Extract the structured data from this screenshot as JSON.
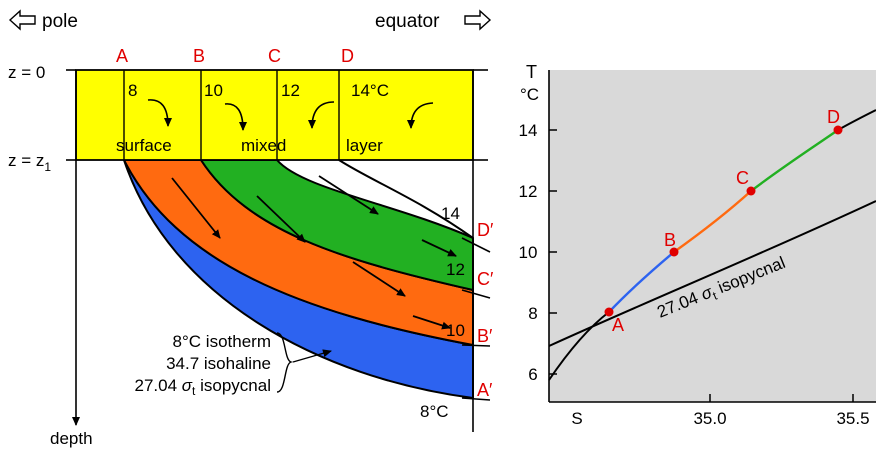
{
  "header": {
    "pole": "pole",
    "equator": "equator"
  },
  "left": {
    "z0": "z = 0",
    "z1_main": "z = z",
    "z1_sub": "1",
    "columns": [
      "A",
      "B",
      "C",
      "D"
    ],
    "temps": [
      "8",
      "10",
      "12",
      "14°C"
    ],
    "layer_words": [
      "surface",
      "mixed",
      "layer"
    ],
    "primed": {
      "d": {
        "base": "D",
        "prime": "′"
      },
      "c": {
        "base": "C",
        "prime": "′"
      },
      "b": {
        "base": "B",
        "prime": "′"
      },
      "a": {
        "base": "A",
        "prime": "′"
      }
    },
    "iso_values": [
      "14",
      "12",
      "10",
      "8°C"
    ],
    "annotation": {
      "line1": "8°C isotherm",
      "line2": "34.7 isohaline",
      "line3_num": "27.04 ",
      "line3_sigma": "σ",
      "line3_sub": "t",
      "line3_rest": " isopycnal"
    },
    "depth": "depth",
    "colors": {
      "mixed_layer": "#ffff00",
      "A": "#2d63f0",
      "B": "#ff6a10",
      "C": "#22b022",
      "band_border": "#000000"
    }
  },
  "right": {
    "y_unit_T": "T",
    "y_unit_C": "°C",
    "y_ticks": [
      "6",
      "8",
      "10",
      "12",
      "14"
    ],
    "x_ticks": [
      "S",
      "35.0",
      "35.5"
    ],
    "points": [
      "A",
      "B",
      "C",
      "D"
    ],
    "isopycnal": {
      "num": "27.04 ",
      "sigma": "σ",
      "sub": "t",
      "rest": " isopycnal"
    },
    "colors": {
      "background": "#d9d9d9",
      "points": "#e00000",
      "AB": "#2d63f0",
      "BC": "#ff6a10",
      "CD": "#22b022"
    }
  }
}
